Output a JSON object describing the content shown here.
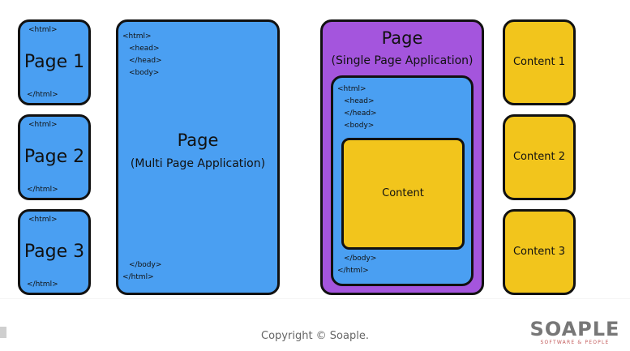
{
  "mpa_pages": [
    {
      "open_tag": "<html>",
      "label": "Page 1",
      "close_tag": "</html>"
    },
    {
      "open_tag": "<html>",
      "label": "Page 2",
      "close_tag": "</html>"
    },
    {
      "open_tag": "<html>",
      "label": "Page 3",
      "close_tag": "</html>"
    }
  ],
  "mpa_page": {
    "tag_html": "<html>",
    "tag_head_open": "<head>",
    "tag_head_close": "</head>",
    "tag_body": "<body>",
    "title": "Page",
    "subtitle": "(Multi Page Application)",
    "tag_body_close": "</body>",
    "tag_html_close": "</html>"
  },
  "spa_page": {
    "title": "Page",
    "subtitle": "(Single Page Application)",
    "tag_html": "<html>",
    "tag_head_open": "<head>",
    "tag_head_close": "</head>",
    "tag_body": "<body>",
    "content_label": "Content",
    "tag_body_close": "</body>",
    "tag_html_close": "</html>"
  },
  "contents": [
    "Content 1",
    "Content 2",
    "Content 3"
  ],
  "footer": {
    "copyright": "Copyright © Soaple.",
    "logo_main": "SOAPLE",
    "logo_sub": "SOFTWARE & PEOPLE"
  },
  "colors": {
    "blue": "#4a9ff2",
    "yellow": "#f2c51c",
    "purple": "#a455dd",
    "outline": "#111111"
  }
}
